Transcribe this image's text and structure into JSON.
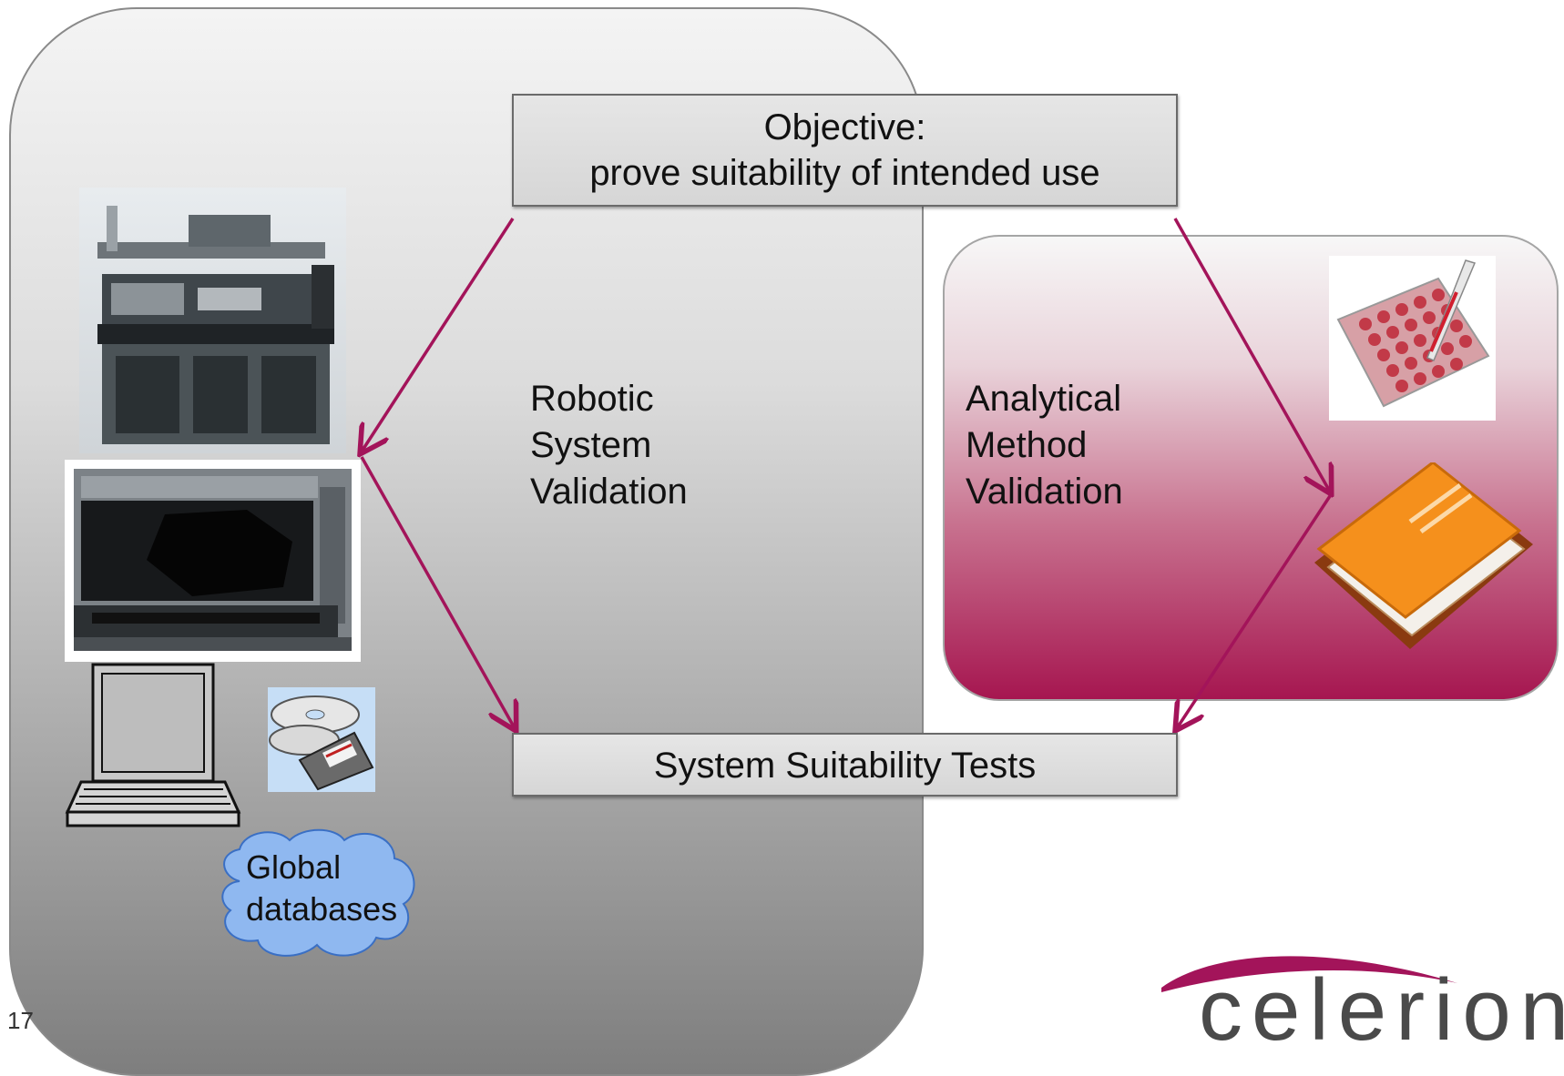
{
  "objective": {
    "line1": "Objective:",
    "line2": "prove suitability of intended use"
  },
  "robotic": {
    "line1": "Robotic",
    "line2": "System",
    "line3": "Validation"
  },
  "analytical": {
    "line1": "Analytical",
    "line2": "Method",
    "line3": "Validation"
  },
  "system_suitability": "System Suitability Tests",
  "cloud": {
    "line1": "Global",
    "line2": "databases"
  },
  "page_number": "17",
  "logo": "celerion",
  "colors": {
    "arrow": "#a3145a",
    "accent": "#a61650",
    "book": "#f08a18",
    "cloud": "#8fb8f0"
  },
  "icons": [
    "liquid-handler-robot-image",
    "hamilton-robot-image",
    "laptop-icon",
    "disc-and-floppy-icon",
    "pipette-plate-image",
    "book-icon",
    "cloud-shape"
  ]
}
